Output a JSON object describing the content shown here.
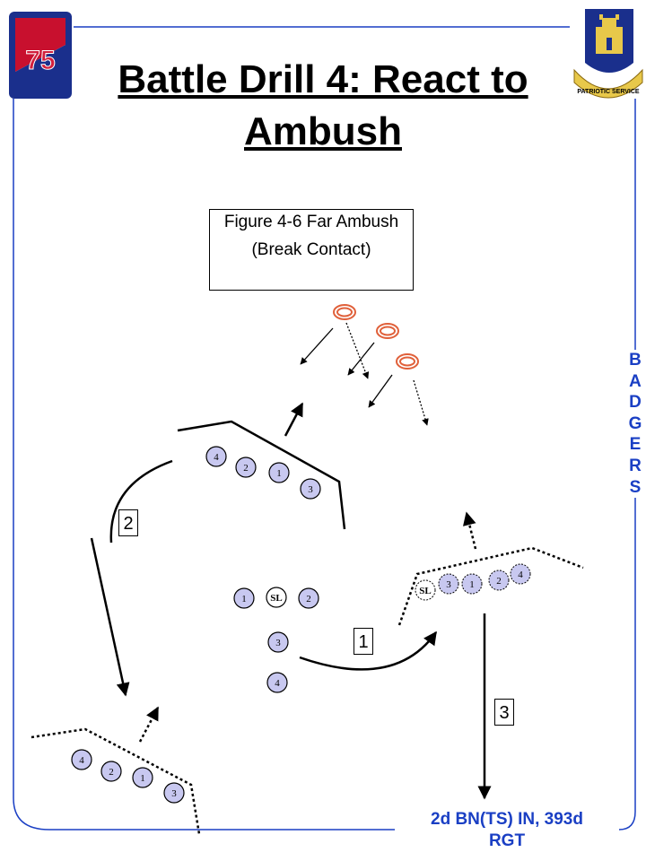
{
  "title": "Battle Drill 4: React to Ambush",
  "figure": {
    "line1": "Figure 4-6 Far Ambush",
    "line2": "(Break Contact)"
  },
  "side_text": [
    "B",
    "A",
    "D",
    "G",
    "E",
    "R",
    "S"
  ],
  "footer": {
    "line1": "2d BN(TS) IN, 393d",
    "line2": "RGT"
  },
  "logos": {
    "left_patch": "75",
    "right_crest_motto": "PATRIOTIC SERVICE"
  },
  "move_labels": [
    "1",
    "2",
    "3"
  ],
  "soldier_labels": {
    "sl": "SL",
    "numbers": [
      "1",
      "2",
      "3",
      "4"
    ]
  },
  "colors": {
    "frame": "#1a3fc4",
    "soldier_fill": "#c8c8f0",
    "enemy": "#e0603a"
  }
}
